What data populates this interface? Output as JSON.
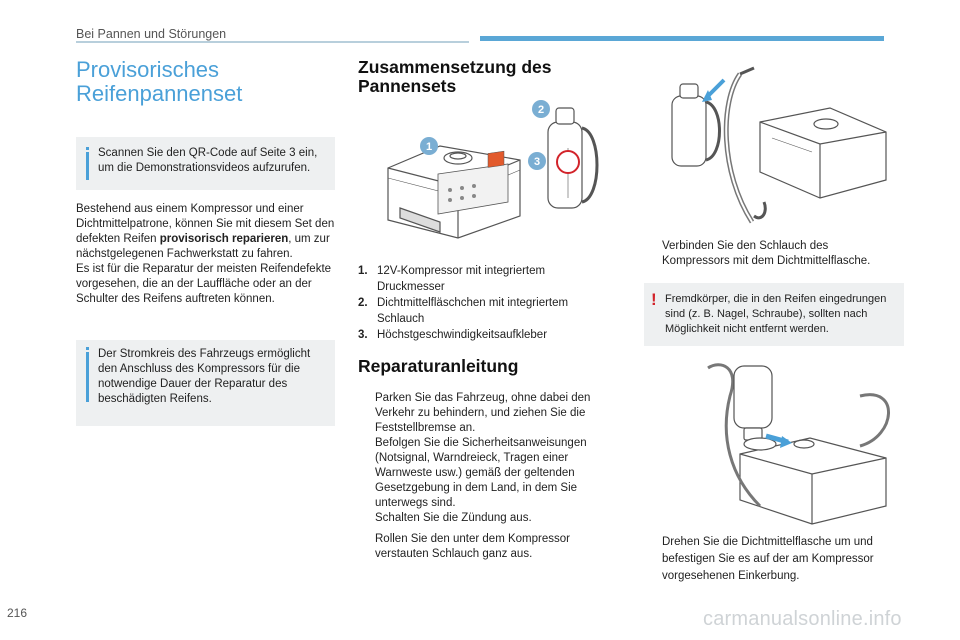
{
  "header": {
    "section": "Bei Pannen und Störungen"
  },
  "title": "Provisorisches Reifenpannenset",
  "info_qr": "Scannen Sie den QR-Code auf Seite 3 ein, um die Demonstrationsvideos aufzurufen.",
  "intro": {
    "part1": "Bestehend aus einem Kompressor und einer Dichtmittelpatrone, können Sie mit diesem Set den defekten Reifen ",
    "bold": "provisorisch reparieren",
    "part2": ", um zur nächstgelegenen Fachwerkstatt zu fahren.",
    "para2": "Es ist für die Reparatur der meisten Reifendefekte vorgesehen, die an der Lauffläche oder an der Schulter des Reifens auftreten können."
  },
  "info_circuit": "Der Stromkreis des Fahrzeugs ermöglicht den Anschluss des Kompressors für die notwendige Dauer der Reparatur des beschädigten Reifens.",
  "composition": {
    "title": "Zusammensetzung des Pannensets",
    "badges": [
      "1",
      "2",
      "3"
    ],
    "items": [
      {
        "num": "1.",
        "text": "12V-Kompressor mit integriertem Druckmesser"
      },
      {
        "num": "2.",
        "text": "Dichtmittelfläschchen mit integriertem Schlauch"
      },
      {
        "num": "3.",
        "text": "Höchstgeschwindigkeitsaufkleber"
      }
    ]
  },
  "repair": {
    "title": "Reparaturanleitung",
    "steps": [
      "Parken Sie das Fahrzeug, ohne dabei den Verkehr zu behindern, und ziehen Sie die Feststellbremse an.",
      "Befolgen Sie die Sicherheitsanweisungen (Notsignal, Warndreieck, Tragen einer Warnweste usw.) gemäß der geltenden Gesetzgebung in dem Land, in dem Sie unterwegs sind.",
      "Schalten Sie die Zündung aus.",
      "Rollen Sie den unter dem Kompressor verstauten Schlauch ganz aus."
    ]
  },
  "right": {
    "step_connect": "Verbinden Sie den Schlauch des Kompressors mit dem Dichtmittelflasche.",
    "warning": "Fremdkörper, die in den Reifen eingedrungen sind (z. B. Nagel, Schraube), sollten nach Möglichkeit nicht entfernt werden.",
    "step_rotate": "Drehen Sie die Dichtmittelflasche um und befestigen Sie es auf der am Kompressor vorgesehenen Einkerbung."
  },
  "step_marker": "",
  "warning_mark": "!",
  "page_number": "216",
  "watermark": "carmanualsonline.info",
  "colors": {
    "accent": "#4aa0d8",
    "badge": "#7aaed3",
    "warning": "#d2232a",
    "box": "#eef0f1"
  }
}
